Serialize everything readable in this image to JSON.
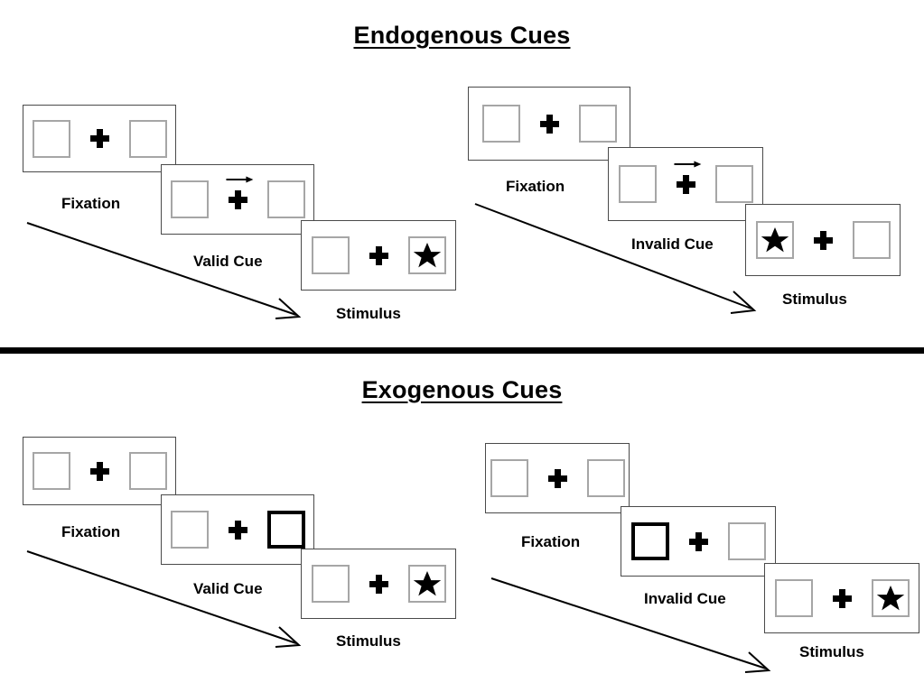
{
  "figure": {
    "sections": [
      {
        "id": "endogenous",
        "title": "Endogenous Cues",
        "sequences": [
          {
            "id": "endogenous-valid",
            "frames": [
              {
                "caption": "Fixation",
                "cue": "none",
                "cue_side": "",
                "target_side": ""
              },
              {
                "caption": "Valid Cue",
                "cue": "arrow",
                "cue_side": "right",
                "target_side": ""
              },
              {
                "caption": "Stimulus",
                "cue": "none",
                "cue_side": "",
                "target_side": "right"
              }
            ]
          },
          {
            "id": "endogenous-invalid",
            "frames": [
              {
                "caption": "Fixation",
                "cue": "none",
                "cue_side": "",
                "target_side": ""
              },
              {
                "caption": "Invalid Cue",
                "cue": "arrow",
                "cue_side": "right",
                "target_side": ""
              },
              {
                "caption": "Stimulus",
                "cue": "none",
                "cue_side": "",
                "target_side": "left"
              }
            ]
          }
        ]
      },
      {
        "id": "exogenous",
        "title": "Exogenous Cues",
        "sequences": [
          {
            "id": "exogenous-valid",
            "frames": [
              {
                "caption": "Fixation",
                "cue": "none",
                "cue_side": "",
                "target_side": ""
              },
              {
                "caption": "Valid Cue",
                "cue": "box",
                "cue_side": "right",
                "target_side": ""
              },
              {
                "caption": "Stimulus",
                "cue": "none",
                "cue_side": "",
                "target_side": "right"
              }
            ]
          },
          {
            "id": "exogenous-invalid",
            "frames": [
              {
                "caption": "Fixation",
                "cue": "none",
                "cue_side": "",
                "target_side": ""
              },
              {
                "caption": "Invalid Cue",
                "cue": "box",
                "cue_side": "left",
                "target_side": ""
              },
              {
                "caption": "Stimulus",
                "cue": "none",
                "cue_side": "",
                "target_side": "right"
              }
            ]
          }
        ]
      }
    ],
    "icons": {
      "fixation_cross": "plus-cross-icon",
      "direction_cue": "right-arrow-icon",
      "target": "star-icon",
      "timeline": "time-arrow-icon"
    },
    "colors": {
      "box_outline": "#a6a6a6",
      "cued_box_outline": "#000000",
      "panel_outline": "#4a4a4a",
      "ink": "#000000",
      "background": "#ffffff"
    }
  }
}
